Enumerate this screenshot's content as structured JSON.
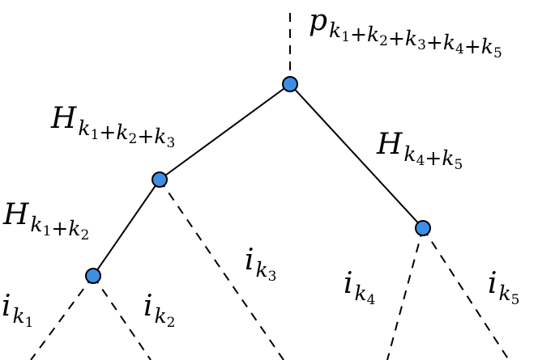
{
  "colors": {
    "node_fill": "#3d8fe6",
    "line": "#000000",
    "background": "#ffffff"
  },
  "labels": {
    "root_output": {
      "base": "p",
      "sub": "k1+k2+k3+k4+k5"
    },
    "edge_h_k1k2k3": {
      "base": "H",
      "sub": "k1+k2+k3"
    },
    "edge_h_k4k5": {
      "base": "H",
      "sub": "k4+k5"
    },
    "edge_h_k1k2": {
      "base": "H",
      "sub": "k1+k2"
    },
    "leaf_i_k1": {
      "base": "i",
      "sub": "k1"
    },
    "leaf_i_k2": {
      "base": "i",
      "sub": "k2"
    },
    "leaf_i_k3": {
      "base": "i",
      "sub": "k3"
    },
    "leaf_i_k4": {
      "base": "i",
      "sub": "k4"
    },
    "leaf_i_k5": {
      "base": "i",
      "sub": "k5"
    }
  }
}
